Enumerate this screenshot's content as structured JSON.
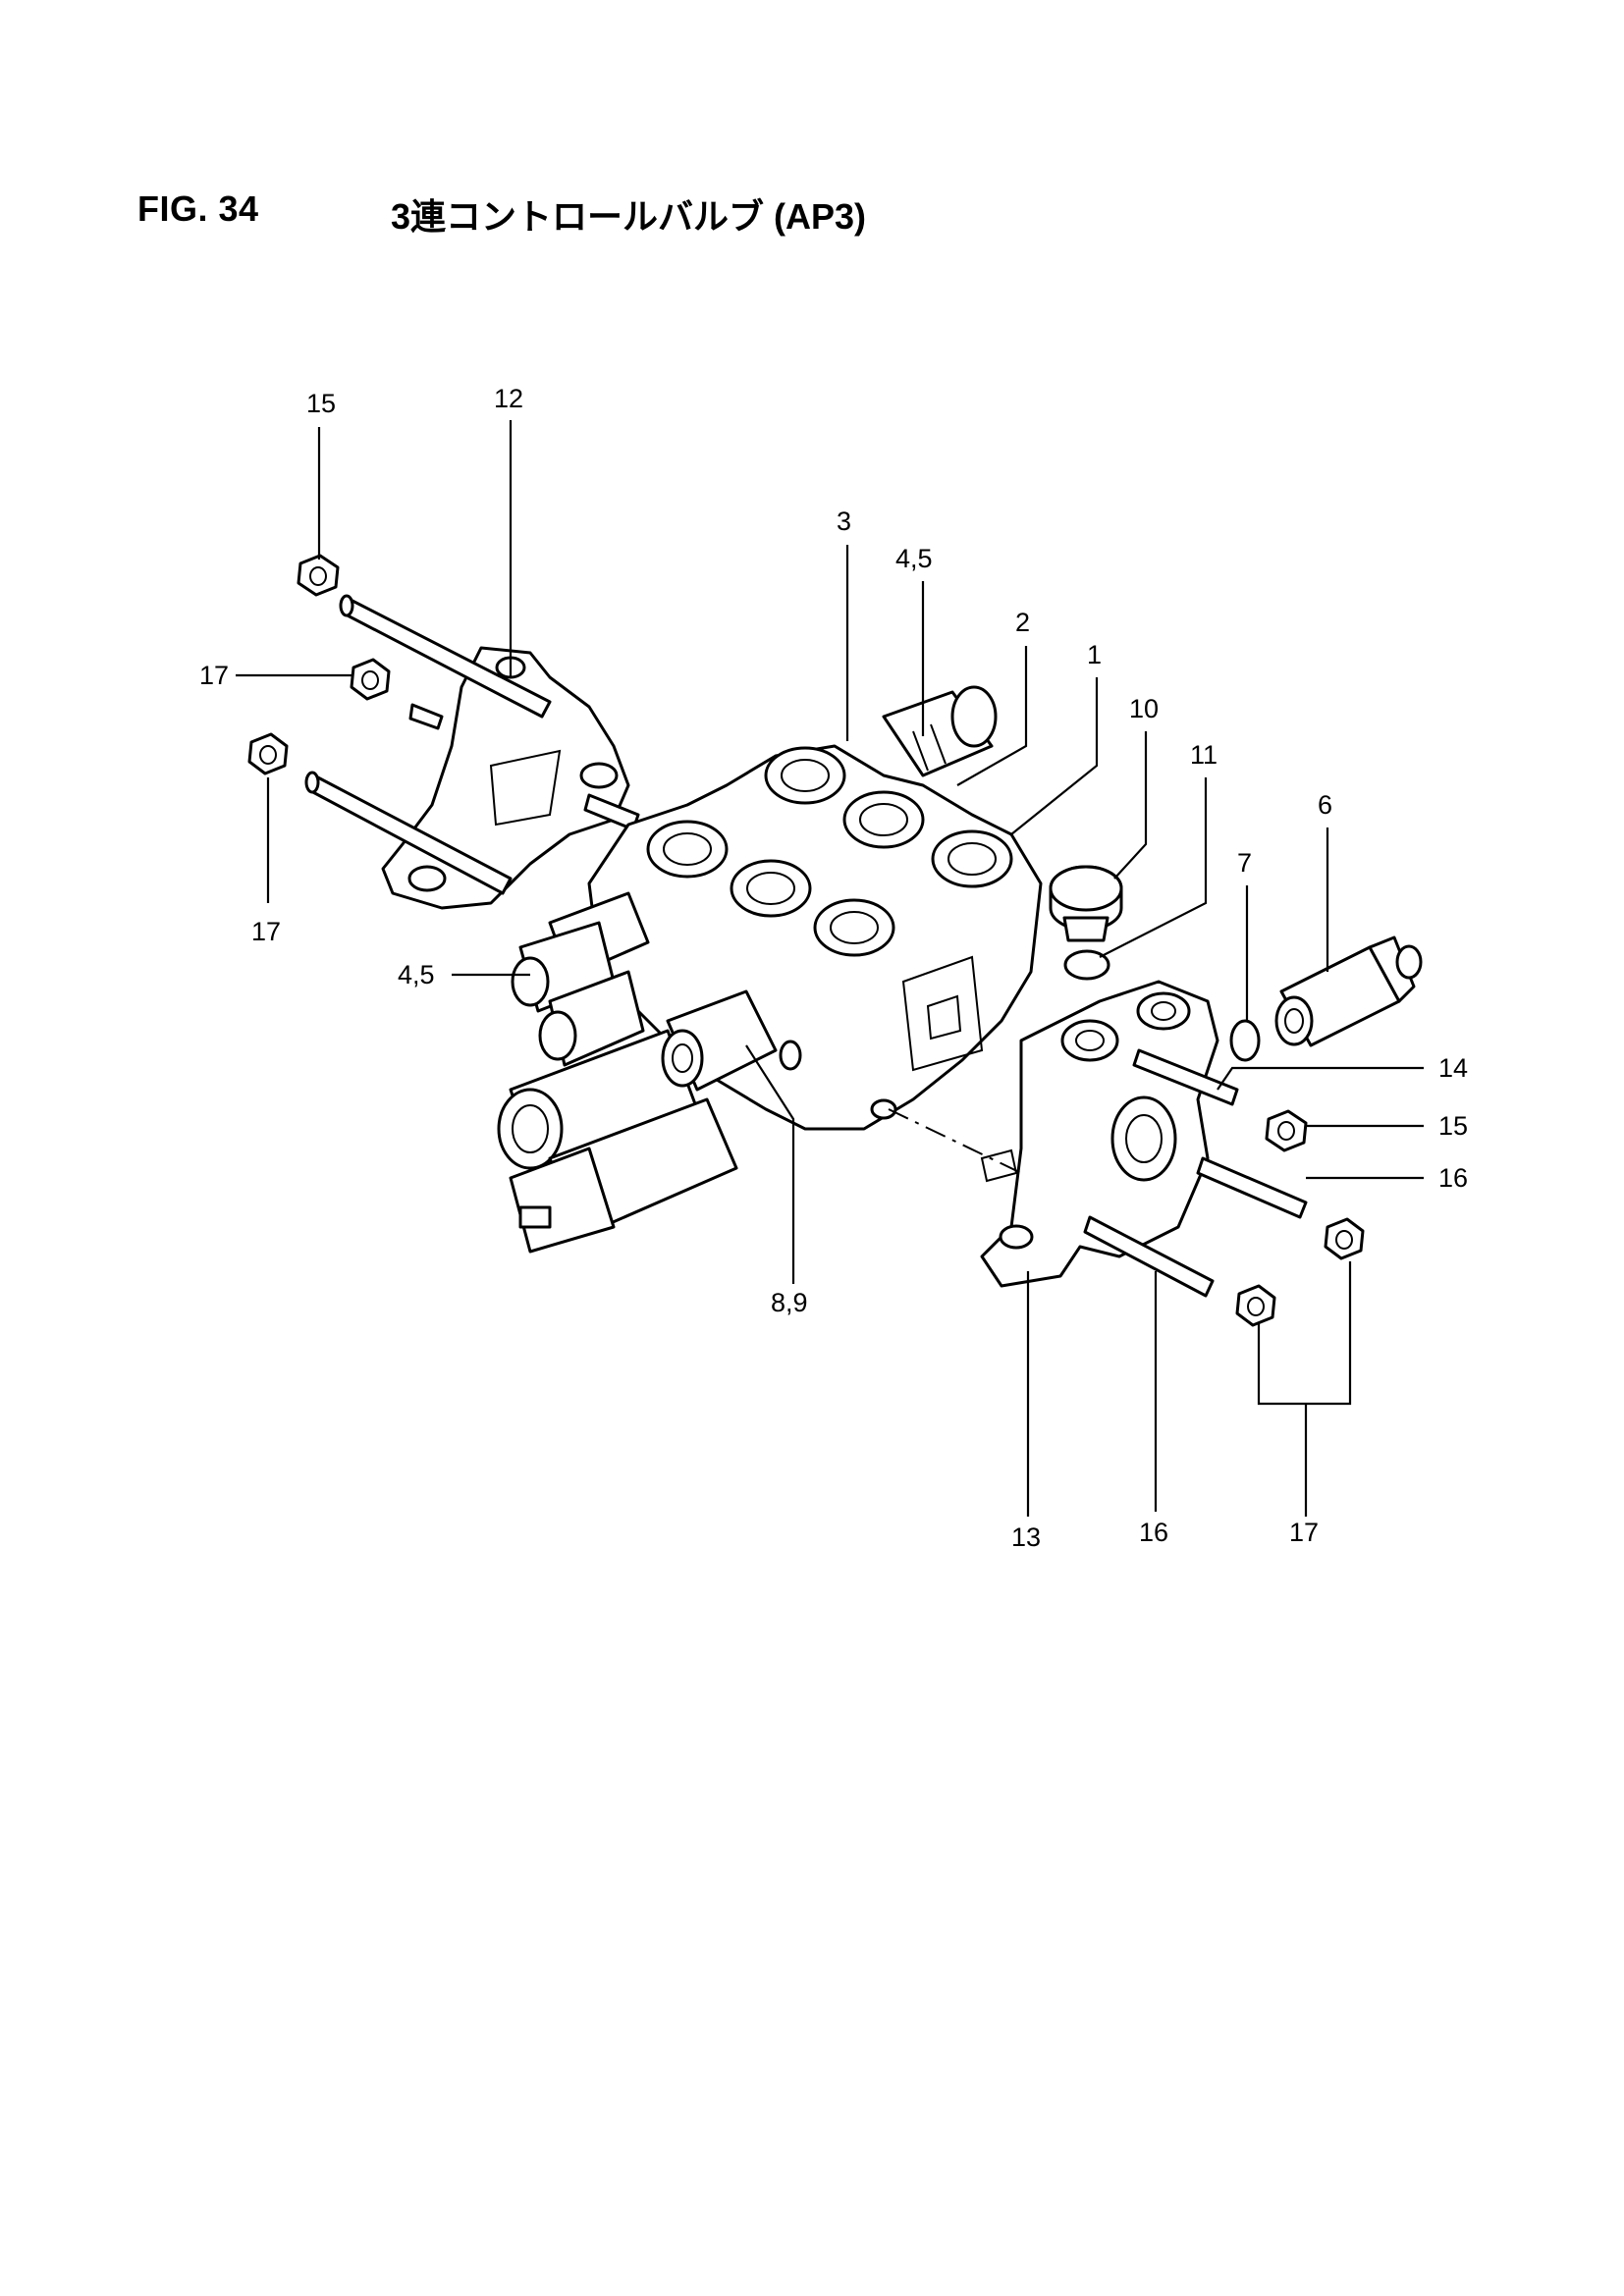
{
  "figure": {
    "number": "FIG. 34",
    "title": "3連コントロールバルブ (AP3)"
  },
  "callouts": {
    "c1": "1",
    "c2": "2",
    "c3": "3",
    "c45_top": "4,5",
    "c45_left": "4,5",
    "c6": "6",
    "c7": "7",
    "c89": "8,9",
    "c10": "10",
    "c11": "11",
    "c12": "12",
    "c13": "13",
    "c14": "14",
    "c15_top": "15",
    "c15_right": "15",
    "c16_right": "16",
    "c16_bottom": "16",
    "c17_left_top": "17",
    "c17_left_bottom": "17",
    "c17_bottom": "17"
  }
}
